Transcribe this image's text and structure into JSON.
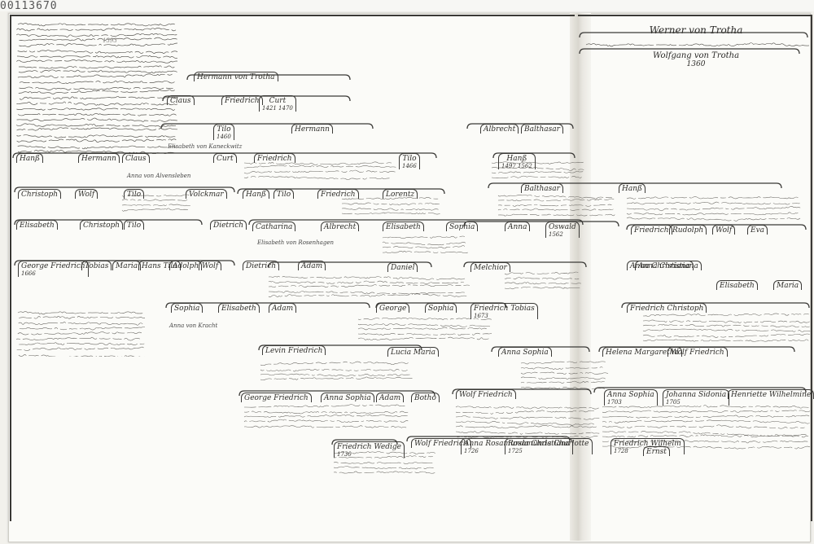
{
  "corner_label": "00113670",
  "header": {
    "name": "Werner von Trotha",
    "line": "Wolfgang von Trotha",
    "year": "1360"
  },
  "notes": [
    "1393"
  ],
  "root": {
    "name": "Hermann von Trotha"
  },
  "gen2": [
    {
      "name": "Claus"
    },
    {
      "name": "Friedrich"
    },
    {
      "name": "Curt",
      "note": "1421 1470"
    }
  ],
  "gen3": [
    {
      "name": "Tilo",
      "note": "1460"
    },
    {
      "name": "Hermann"
    },
    {
      "name": "Albrecht"
    },
    {
      "name": "Balthasar"
    }
  ],
  "gen3_spouse": "Elisabeth von Kaneckwitz",
  "gen4": [
    {
      "name": "Hanß"
    },
    {
      "name": "Hermann"
    },
    {
      "name": "Claus"
    },
    {
      "name": "Curt"
    },
    {
      "name": "Friedrich"
    },
    {
      "name": "Tilo",
      "note": "1466"
    },
    {
      "name": "Hanß",
      "note": "1497 1562"
    },
    {
      "name": "Balthasar"
    },
    {
      "name": "Hanß"
    }
  ],
  "gen4_spouse": "Anna von Alvensleben",
  "gen5": [
    {
      "name": "Christoph"
    },
    {
      "name": "Wolf"
    },
    {
      "name": "Tilo"
    },
    {
      "name": "Volckmar"
    },
    {
      "name": "Hanß"
    },
    {
      "name": "Tilo"
    },
    {
      "name": "Friedrich"
    },
    {
      "name": "Lorentz"
    },
    {
      "name": "Friedrich"
    },
    {
      "name": "Rudolph"
    },
    {
      "name": "Wolf"
    },
    {
      "name": "Eva"
    }
  ],
  "gen6": [
    {
      "name": "Elisabeth"
    },
    {
      "name": "Christoph"
    },
    {
      "name": "Tilo"
    },
    {
      "name": "Dietrich"
    },
    {
      "name": "Catharina"
    },
    {
      "name": "Albrecht"
    },
    {
      "name": "Elisabeth"
    },
    {
      "name": "Sophia"
    },
    {
      "name": "Anna"
    },
    {
      "name": "Oswald",
      "note": "1562"
    }
  ],
  "gen6_spouse": "Elisabeth von Rosenhagen",
  "gen7": [
    {
      "name": "George Friedrich",
      "note": "1666"
    },
    {
      "name": "Tobias"
    },
    {
      "name": "Maria"
    },
    {
      "name": "Hans Tilo"
    },
    {
      "name": "Adolph"
    },
    {
      "name": "Wolf"
    },
    {
      "name": "Dietrich"
    },
    {
      "name": "Adam"
    },
    {
      "name": "Daniel"
    },
    {
      "name": "Melchior"
    },
    {
      "name": "Anna Christiana"
    }
  ],
  "gen8": [
    {
      "name": "Sophia"
    },
    {
      "name": "Elisabeth"
    },
    {
      "name": "Adam"
    },
    {
      "name": "George"
    },
    {
      "name": "Sophia"
    },
    {
      "name": "Friedrich Tobias",
      "note": "1673"
    },
    {
      "name": "Friedrich Christoph"
    }
  ],
  "gen8_spouse": "Anna von Kracht",
  "gen9": [
    {
      "name": "Levin Friedrich"
    },
    {
      "name": "Lucia Maria"
    },
    {
      "name": "Anna Sophia"
    },
    {
      "name": "Helena Margaretha"
    },
    {
      "name": "Wolf Friedrich"
    }
  ],
  "gen10": [
    {
      "name": "George Friedrich"
    },
    {
      "name": "Anna Sophia"
    },
    {
      "name": "Adam"
    },
    {
      "name": "Botho"
    },
    {
      "name": "Wolf Friedrich"
    },
    {
      "name": "Anna Sophia",
      "note": "1703"
    },
    {
      "name": "Johanna Sidonia",
      "note": "1705"
    },
    {
      "name": "Henriette Wilhelmine"
    }
  ],
  "gen11": [
    {
      "name": "Friedrich Wedige",
      "note": "1730"
    },
    {
      "name": "Wolf Friedrich"
    },
    {
      "name": "Anna Rosamunda Christiana",
      "note": "1726"
    },
    {
      "name": "Rosamunda Charlotte",
      "note": "1725"
    },
    {
      "name": "Friedrich Wilhelm",
      "note": "1728"
    },
    {
      "name": "Ernst"
    }
  ],
  "right_extra": [
    {
      "name": "Anna Christiana"
    },
    {
      "name": "Elisabeth"
    },
    {
      "name": "Maria"
    }
  ]
}
